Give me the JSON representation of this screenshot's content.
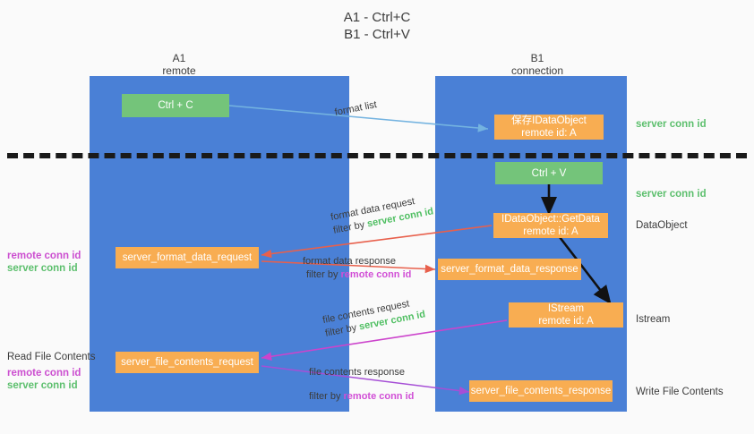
{
  "title": "A1 - Ctrl+C\nB1 - Ctrl+V",
  "lanes": [
    {
      "name": "A1",
      "sub": "remote",
      "header": "A1\nremote"
    },
    {
      "name": "B1",
      "sub": "connection",
      "header": "B1\nconnection"
    }
  ],
  "nodes": {
    "ctrl_c": "Ctrl + C",
    "ctrl_v": "Ctrl + V",
    "save_dataobject": "保存IDataObject\nremote id: A",
    "getdata": "IDataObject::GetData\nremote id: A",
    "istream": "IStream\nremote id: A",
    "server_format_data_request": "server_format_data_request",
    "server_format_data_response": "server_format_data_response",
    "server_file_contents_request": "server_file_contents_request",
    "server_file_contents_response": "server_file_contents_response"
  },
  "right_labels": {
    "server_conn_id_1": "server conn id",
    "server_conn_id_2": "server conn id",
    "dataobject": "DataObject",
    "istream": "Istream",
    "write_file_contents": "Write File Contents"
  },
  "left_labels": {
    "read_file_contents": "Read File Contents",
    "remote_conn_id": "remote conn id",
    "server_conn_id": "server conn id"
  },
  "annotations": {
    "format_list": "format list",
    "format_data_request": "format data request",
    "format_data_request_filter_prefix": "filter by ",
    "format_data_request_filter_value": "server conn id",
    "format_data_response": "format data response",
    "format_data_response_filter_prefix": "filter by ",
    "format_data_response_filter_value": "remote conn id",
    "file_contents_request": "file contents request",
    "file_contents_request_filter_prefix": "filter by ",
    "file_contents_request_filter_value": "server conn id",
    "file_contents_response": "file contents response",
    "file_contents_response_filter_prefix": "filter by ",
    "file_contents_response_filter_value": "remote conn id"
  },
  "colors": {
    "lane": "#4a80d6",
    "orange": "#f8ad52",
    "green_node": "#74c47a",
    "green_text": "#5cbf6d",
    "magenta_text": "#cc4fd0",
    "arrow_blue": "#74b3e0",
    "arrow_red": "#e8604c",
    "arrow_magenta": "#cc44cc",
    "arrow_purple": "#a64fd6",
    "arrow_black": "#111111",
    "background": "#fafafa"
  }
}
